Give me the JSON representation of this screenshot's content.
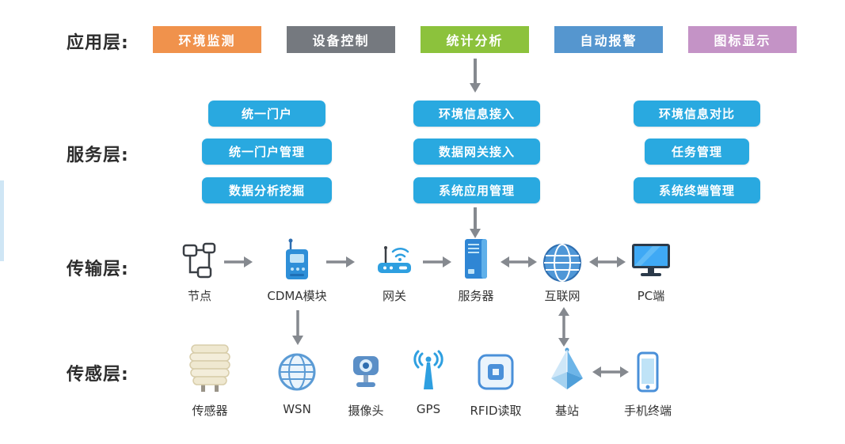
{
  "colors": {
    "service_button": "#29a9e0",
    "arrow": "#85898f",
    "label_text": "#333333"
  },
  "app_layer": {
    "label": "应用层:",
    "boxes": [
      {
        "label": "环境监测",
        "color": "#f0924c"
      },
      {
        "label": "设备控制",
        "color": "#75797f"
      },
      {
        "label": "统计分析",
        "color": "#8cc23c"
      },
      {
        "label": "自动报警",
        "color": "#5596cf"
      },
      {
        "label": "图标显示",
        "color": "#c493c6"
      }
    ]
  },
  "service_layer": {
    "label": "服务层:",
    "columns": [
      {
        "buttons": [
          "统一门户",
          "统一门户管理",
          "数据分析挖掘"
        ]
      },
      {
        "buttons": [
          "环境信息接入",
          "数据网关接入",
          "系统应用管理"
        ]
      },
      {
        "buttons": [
          "环境信息对比",
          "任务管理",
          "系统终端管理"
        ]
      }
    ]
  },
  "transport_layer": {
    "label": "传输层:",
    "nodes": [
      {
        "label": "节点",
        "icon": "nodes-icon"
      },
      {
        "label": "CDMA模块",
        "icon": "cdma-module-icon"
      },
      {
        "label": "网关",
        "icon": "gateway-icon"
      },
      {
        "label": "服务器",
        "icon": "server-icon"
      },
      {
        "label": "互联网",
        "icon": "internet-globe-icon"
      },
      {
        "label": "PC端",
        "icon": "pc-monitor-icon"
      }
    ]
  },
  "sensing_layer": {
    "label": "传感层:",
    "nodes": [
      {
        "label": "传感器",
        "icon": "sensor-icon"
      },
      {
        "label": "WSN",
        "icon": "wsn-globe-icon"
      },
      {
        "label": "摄像头",
        "icon": "camera-icon"
      },
      {
        "label": "GPS",
        "icon": "gps-antenna-icon"
      },
      {
        "label": "RFID读取",
        "icon": "rfid-reader-icon"
      },
      {
        "label": "基站",
        "icon": "base-station-icon"
      },
      {
        "label": "手机终端",
        "icon": "mobile-phone-icon"
      }
    ]
  }
}
